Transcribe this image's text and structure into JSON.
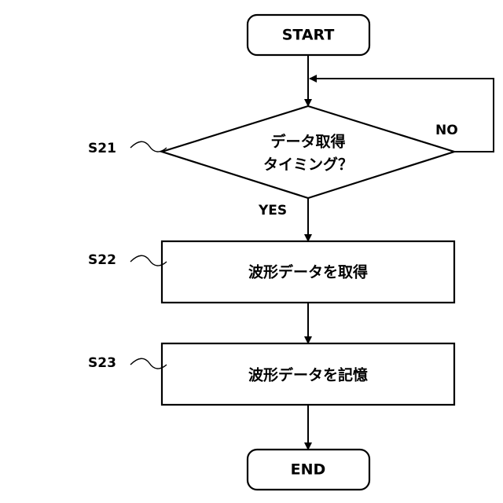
{
  "nodes": {
    "start": {
      "label": "START"
    },
    "s21": {
      "step": "S21",
      "line1": "データ取得",
      "line2": "タイミング？"
    },
    "s22": {
      "step": "S22",
      "label": "波形データを取得"
    },
    "s23": {
      "step": "S23",
      "label": "波形データを記憶"
    },
    "end": {
      "label": "END"
    }
  },
  "edges": {
    "yes_label": "YES",
    "no_label": "NO"
  }
}
